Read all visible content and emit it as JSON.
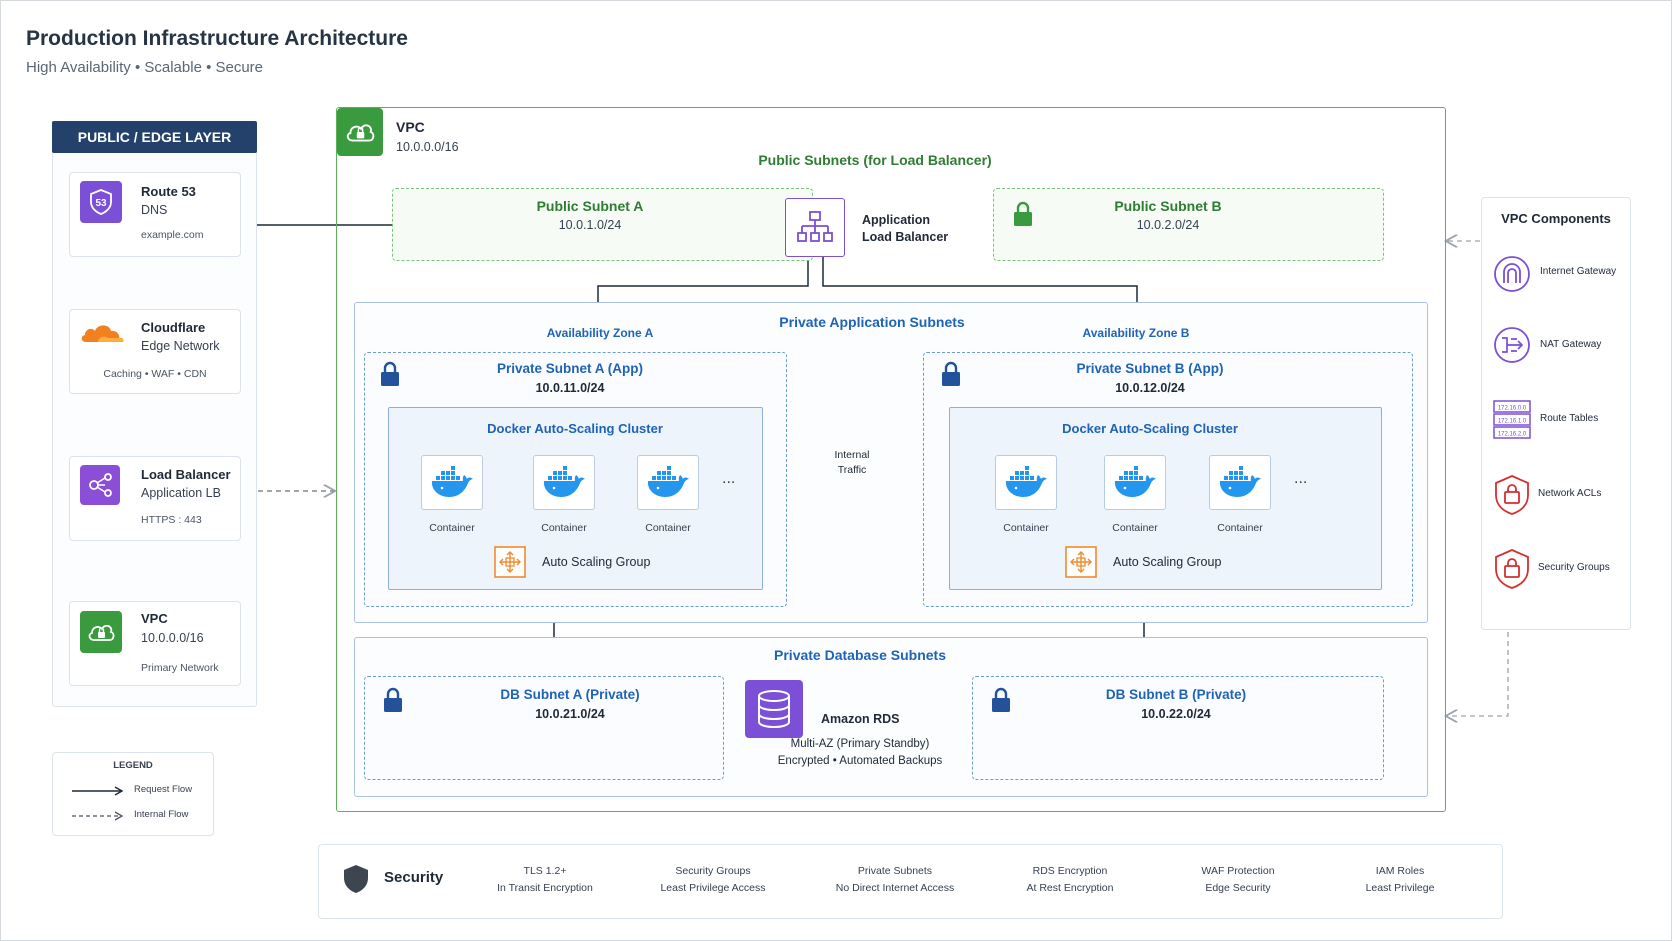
{
  "header": {
    "title": "Production Infrastructure Architecture",
    "subtitle": "High Availability • Scalable • Secure"
  },
  "edge": {
    "title": "PUBLIC / EDGE LAYER",
    "route53": {
      "name": "Route 53",
      "type": "DNS",
      "detail": "example.com",
      "icon_text": "53"
    },
    "cloudflare": {
      "name": "Cloudflare",
      "type": "Edge Network",
      "detail": "Caching • WAF • CDN"
    },
    "lb": {
      "name": "Load Balancer",
      "type": "Application LB",
      "detail": "HTTPS : 443"
    },
    "vpc": {
      "name": "VPC",
      "type": "10.0.0.0/16",
      "detail": "Primary Network"
    }
  },
  "legend": {
    "title": "LEGEND",
    "request": "Request Flow",
    "internal": "Internal Flow"
  },
  "vpc": {
    "title": "VPC",
    "cidr": "10.0.0.0/16",
    "public_subnets_title": "Public Subnets (for Load Balancer)",
    "public_a": {
      "name": "Public Subnet A",
      "cidr": "10.0.1.0/24"
    },
    "public_b": {
      "name": "Public Subnet B",
      "cidr": "10.0.2.0/24"
    },
    "alb": {
      "line1": "Application",
      "line2": "Load Balancer"
    },
    "private_app_title": "Private Application Subnets",
    "az_a": "Availability Zone A",
    "az_b": "Availability Zone B",
    "private_a": {
      "name": "Private Subnet A (App)",
      "cidr": "10.0.11.0/24",
      "cluster": "Docker Auto-Scaling Cluster",
      "containers": [
        "Container",
        "Container",
        "Container"
      ],
      "more": "...",
      "asg": "Auto Scaling Group"
    },
    "private_b": {
      "name": "Private Subnet B (App)",
      "cidr": "10.0.12.0/24",
      "cluster": "Docker Auto-Scaling Cluster",
      "containers": [
        "Container",
        "Container",
        "Container"
      ],
      "more": "...",
      "asg": "Auto Scaling Group"
    },
    "internal_traffic": {
      "line1": "Internal",
      "line2": "Traffic"
    },
    "db_title": "Private Database Subnets",
    "db_a": {
      "name": "DB Subnet A (Private)",
      "cidr": "10.0.21.0/24"
    },
    "db_b": {
      "name": "DB Subnet B (Private)",
      "cidr": "10.0.22.0/24"
    },
    "rds": {
      "name": "Amazon RDS",
      "line1": "Multi-AZ (Primary Standby)",
      "line2": "Encrypted • Automated Backups"
    }
  },
  "components": {
    "title": "VPC Components",
    "items": [
      {
        "label": "Internet Gateway",
        "icon": "internet-gateway-icon"
      },
      {
        "label": "NAT Gateway",
        "icon": "nat-gateway-icon"
      },
      {
        "label": "Route Tables",
        "icon": "route-tables-icon"
      },
      {
        "label": "Network ACLs",
        "icon": "network-acl-icon"
      },
      {
        "label": "Security Groups",
        "icon": "security-group-icon"
      }
    ],
    "route_table_rows": [
      "172.16.0.0",
      "172.16.1.0",
      "172.16.2.0"
    ]
  },
  "security": {
    "title": "Security",
    "items": [
      {
        "line1": "TLS 1.2+",
        "line2": "In Transit Encryption"
      },
      {
        "line1": "Security Groups",
        "line2": "Least Privilege Access"
      },
      {
        "line1": "Private Subnets",
        "line2": "No Direct Internet Access"
      },
      {
        "line1": "RDS Encryption",
        "line2": "At Rest Encryption"
      },
      {
        "line1": "WAF Protection",
        "line2": "Edge Security"
      },
      {
        "line1": "IAM Roles",
        "line2": "Least Privilege"
      }
    ]
  },
  "colors": {
    "green": "#2e7d32",
    "blue": "#1f63b6",
    "purple": "#7b4fd6",
    "orange": "#f08a2c",
    "red": "#d32f2f",
    "navy": "#24416b"
  }
}
